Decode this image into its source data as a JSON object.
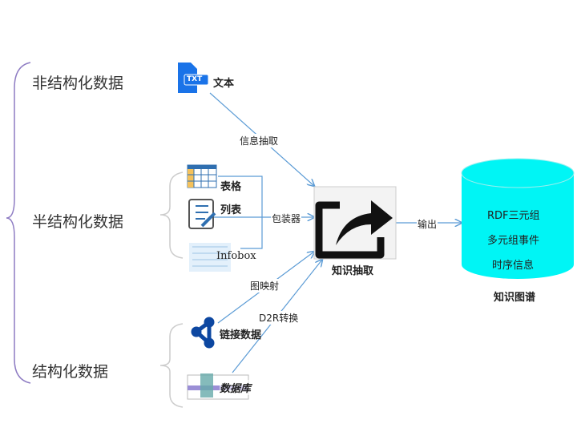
{
  "categories": {
    "unstructured": "非结构化数据",
    "semi": "半结构化数据",
    "structured": "结构化数据"
  },
  "sources": {
    "text": "文本",
    "txt_icon": "TXT",
    "table": "表格",
    "list": "列表",
    "infobox": "Infobox",
    "linked": "链接数据",
    "database": "数据库"
  },
  "edges": {
    "extract": "信息抽取",
    "wrapper": "包装器",
    "graph_map": "图映射",
    "d2r": "D2R转换",
    "output": "输出"
  },
  "center": {
    "label": "知识抽取"
  },
  "kg": {
    "label": "知识图谱",
    "items": [
      "RDF三元组",
      "多元组事件",
      "时序信息"
    ],
    "color": "#00f5f5"
  }
}
